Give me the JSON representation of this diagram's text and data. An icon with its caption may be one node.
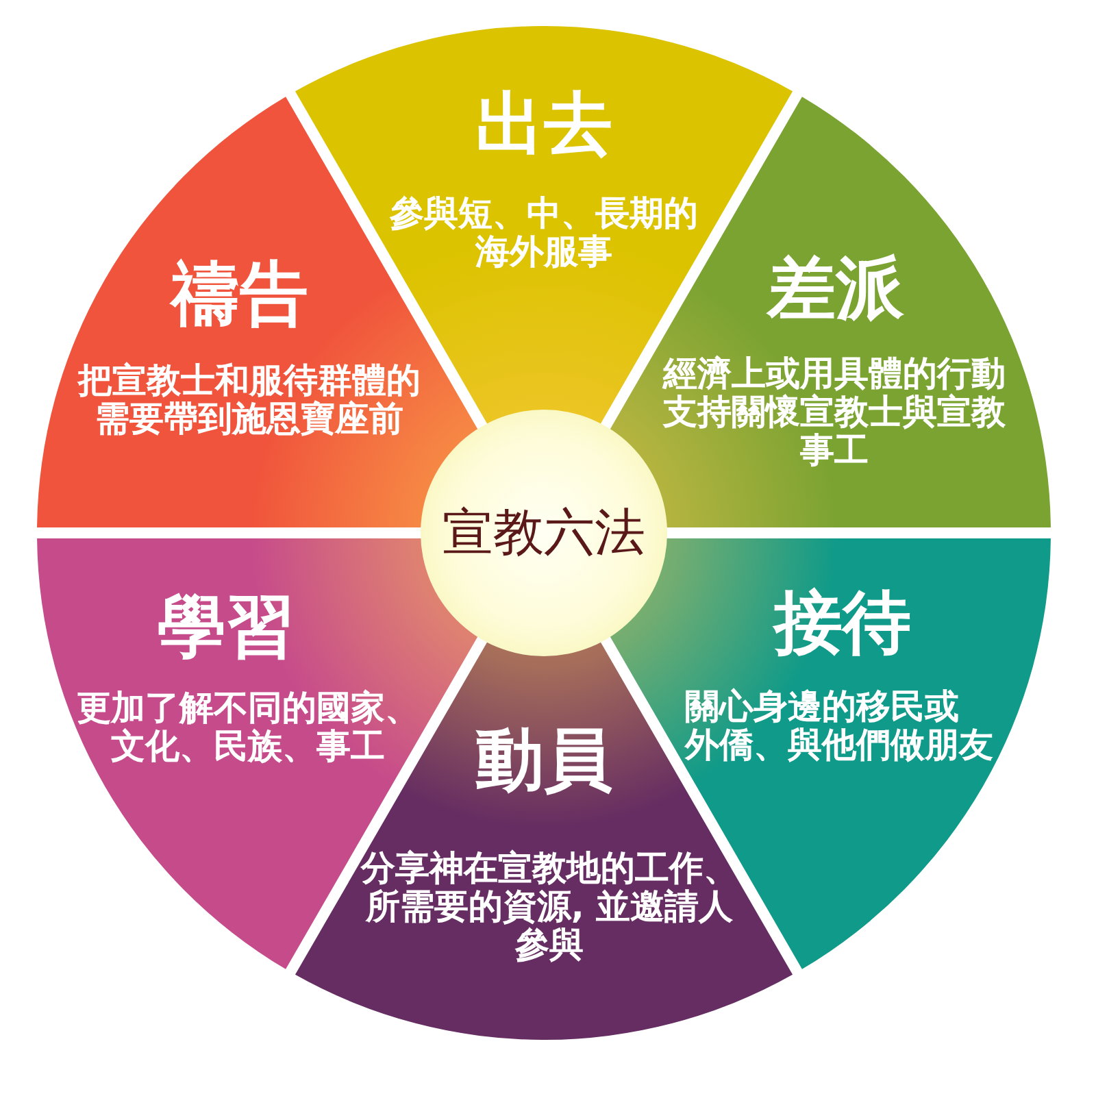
{
  "diagram": {
    "nodes": [
      {
        "text": [
          "宣教六法"
        ]
      },
      {
        "text": [
          "出去",
          "參與短、中、長期的海外服事"
        ]
      },
      {
        "text": [
          "差派",
          "經濟上或用具體的行動支持關懷宣教士與宣教事工"
        ]
      },
      {
        "text": [
          "接待",
          "關心身邊的移民或外僑、與他們做朋友"
        ]
      },
      {
        "text": [
          "動員",
          "分享神在宣教地的工作、所需要的資源, 並邀請人參與"
        ]
      },
      {
        "text": [
          "學習",
          "更加了解不同的國家、文化、民族、事工"
        ]
      },
      {
        "text": [
          "禱告",
          "把宣教士和服待群體的需要帶到施恩寶座前"
        ]
      }
    ]
  }
}
